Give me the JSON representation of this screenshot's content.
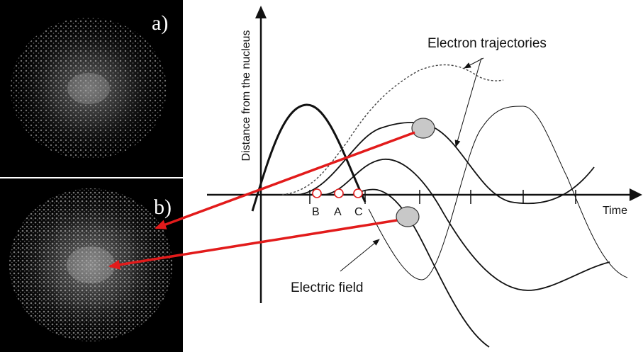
{
  "panels": {
    "a": {
      "label": "a)"
    },
    "b": {
      "label": "b)"
    }
  },
  "diagram": {
    "y_axis_label": "Distance from the nucleus",
    "x_axis_label": "Time",
    "annotation_trajectories": "Electron trajectories",
    "annotation_field": "Electric field",
    "points": [
      "B",
      "A",
      "C"
    ],
    "colors": {
      "arrows": "#e21b1b",
      "markers": "#e21b1b",
      "ellipse_fill": "#c8c8c8",
      "lines": "#1a1a1a",
      "panel_bg": "#000000"
    }
  }
}
